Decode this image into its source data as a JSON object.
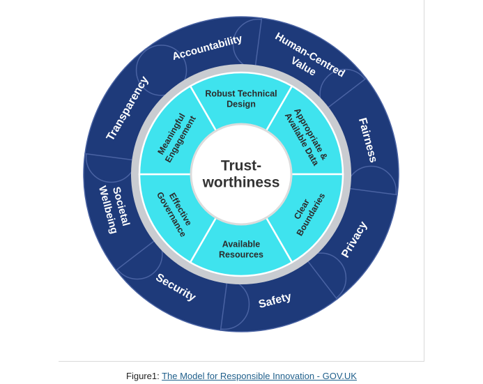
{
  "diagram": {
    "center_title": [
      "Trust-",
      "worthiness"
    ],
    "inner_segments": [
      {
        "lines": [
          "Robust Technical",
          "Design"
        ],
        "angle": 0
      },
      {
        "lines": [
          "Appropriate &",
          "Available Data"
        ],
        "angle": 60
      },
      {
        "lines": [
          "Clear",
          "Boundaries"
        ],
        "angle": 120
      },
      {
        "lines": [
          "Available",
          "Resources"
        ],
        "angle": 180
      },
      {
        "lines": [
          "Effective",
          "Governance"
        ],
        "angle": 240
      },
      {
        "lines": [
          "Meaningful",
          "Engagement"
        ],
        "angle": 300
      }
    ],
    "outer_segments": [
      {
        "lines": [
          "Accountability"
        ],
        "angle": 345
      },
      {
        "lines": [
          "Human-Centred",
          "Value"
        ],
        "angle": 30
      },
      {
        "lines": [
          "Fairness"
        ],
        "angle": 75
      },
      {
        "lines": [
          "Privacy"
        ],
        "angle": 120
      },
      {
        "lines": [
          "Safety"
        ],
        "angle": 165
      },
      {
        "lines": [
          "Security"
        ],
        "angle": 210
      },
      {
        "lines": [
          "Societal",
          "Wellbeing"
        ],
        "angle": 255
      },
      {
        "lines": [
          "Transparency"
        ],
        "angle": 300
      }
    ],
    "colors": {
      "navy": "#1e3a7a",
      "navy_edge": "#4a63a3",
      "cyan": "#3fe3ee",
      "grey_ring": "#c9ccd1",
      "center": "#ffffff",
      "text_dark": "#2b2b2b",
      "text_light": "#ffffff"
    }
  },
  "caption": {
    "prefix": "Figure1: ",
    "link_text": "The Model for Responsible Innovation - GOV.UK"
  }
}
